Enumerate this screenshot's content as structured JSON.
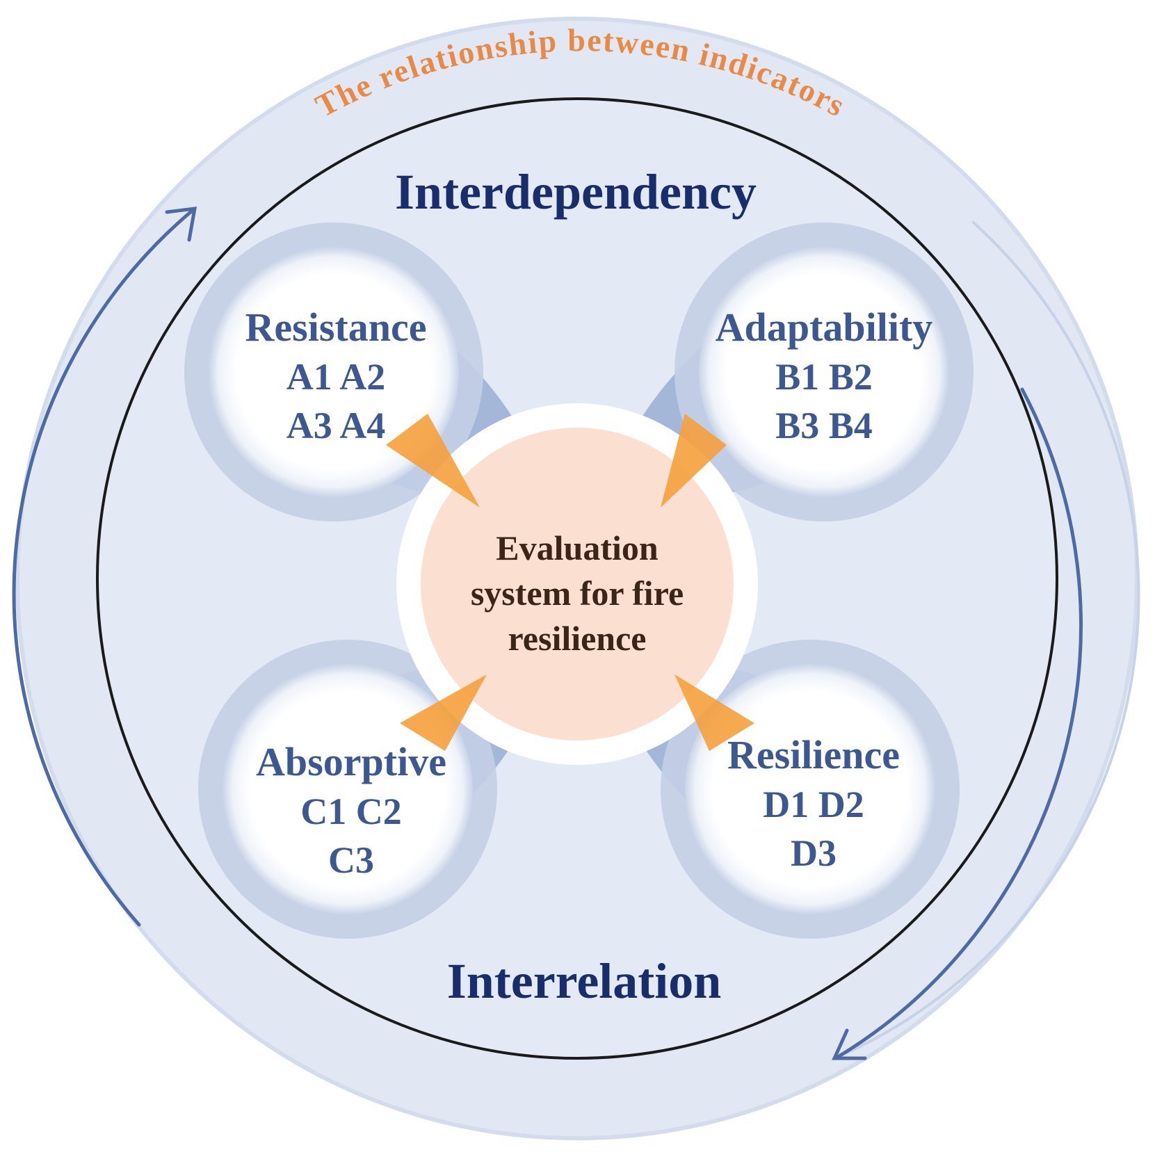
{
  "outer_ring": {
    "caption": "The relationship between indicators"
  },
  "labels": {
    "top": "Interdependency",
    "bottom": "Interrelation"
  },
  "center": {
    "lines": [
      "Evaluation",
      "system for fire",
      "resilience"
    ]
  },
  "nodes": [
    {
      "id": "resistance",
      "title": "Resistance",
      "lines": [
        "A1 A2",
        "A3 A4"
      ]
    },
    {
      "id": "adaptability",
      "title": "Adaptability",
      "lines": [
        "B1 B2",
        "B3 B4"
      ]
    },
    {
      "id": "absorptive",
      "title": "Absorptive",
      "lines": [
        "C1 C2",
        "C3"
      ]
    },
    {
      "id": "resilience",
      "title": "Resilience",
      "lines": [
        "D1 D2",
        "D3"
      ]
    }
  ],
  "colors": {
    "ring_fill": "#e1e8f4",
    "inner_fill": "#e3eaf5",
    "petal": "#9aaed2",
    "node_text": "#3d5890",
    "label_text": "#1a2d6b",
    "caption_text": "#e88a45",
    "center_fill": "#fbe0d2",
    "center_text": "#3a2518",
    "arrow_orange": "#f5a03c",
    "cycle_arrow": "#4d6aa5",
    "border": "#1a1a1a"
  }
}
